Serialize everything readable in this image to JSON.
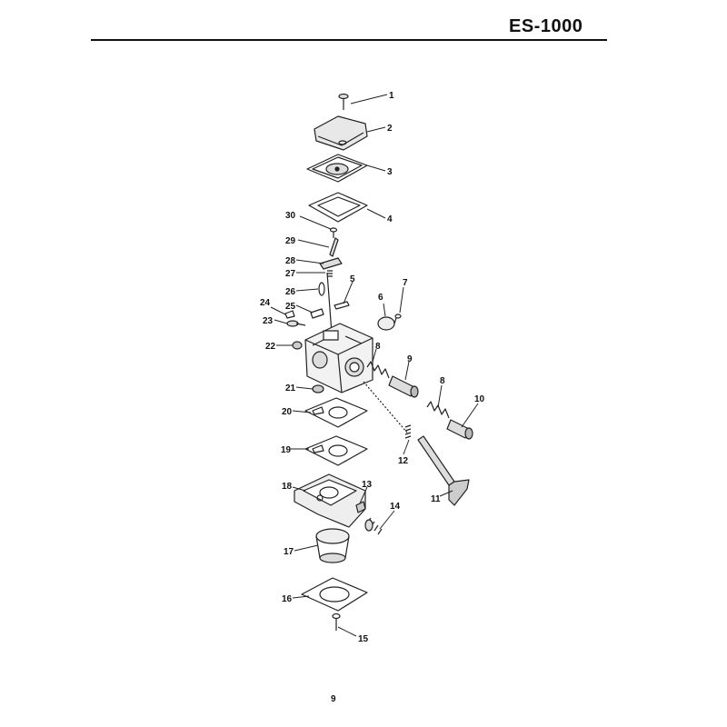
{
  "header": {
    "model": "ES-1000"
  },
  "diagram": {
    "callouts": [
      "1",
      "2",
      "3",
      "4",
      "5",
      "6",
      "7",
      "8",
      "9",
      "10",
      "11",
      "12",
      "13",
      "14",
      "15",
      "16",
      "17",
      "18",
      "19",
      "20",
      "21",
      "22",
      "23",
      "24",
      "25",
      "26",
      "27",
      "28",
      "29",
      "30",
      "8"
    ]
  },
  "footer": {
    "page_number": "9"
  }
}
